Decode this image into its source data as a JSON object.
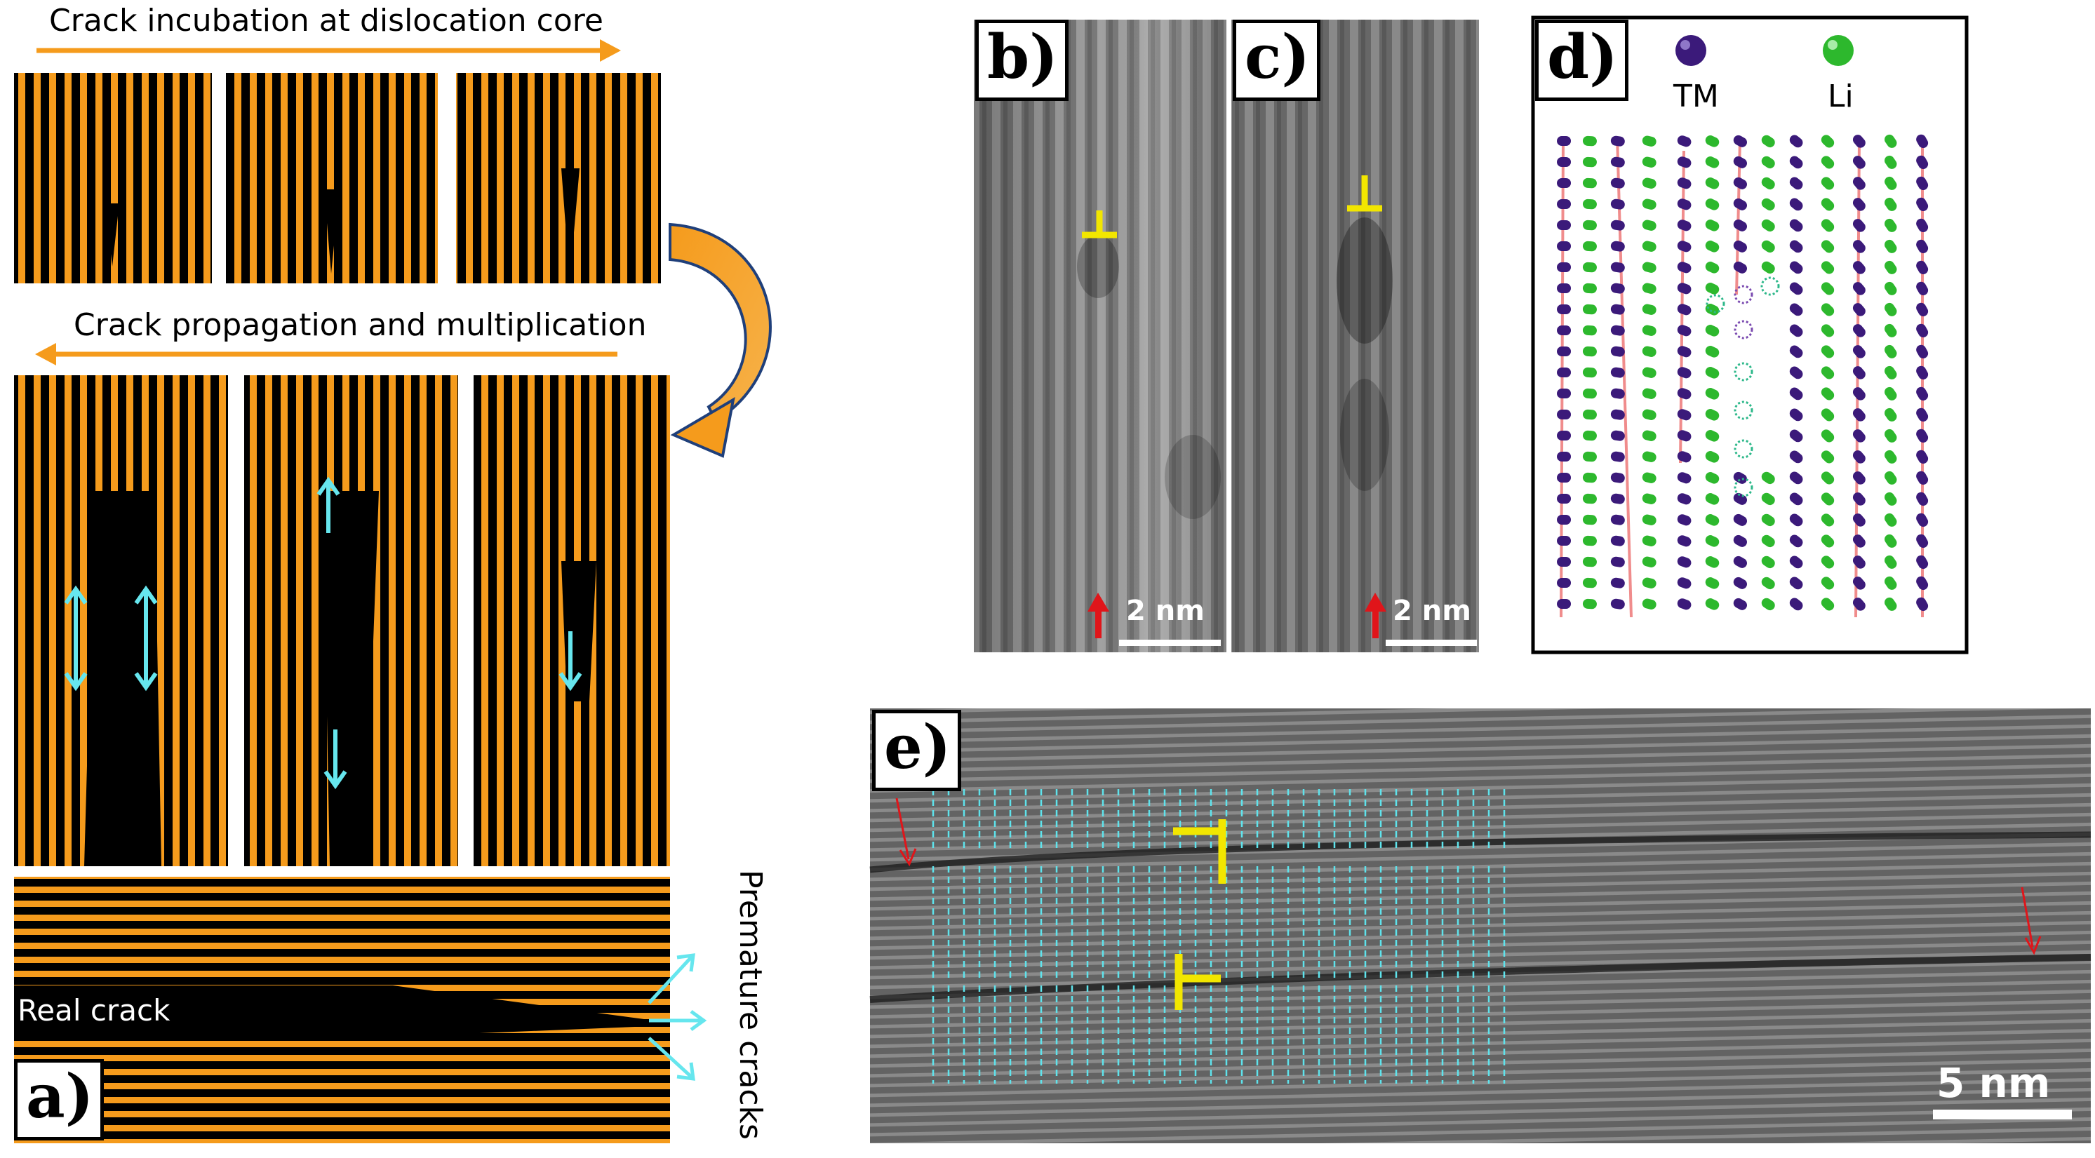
{
  "panel_a": {
    "label": "a)",
    "incubation_caption": "Crack incubation at dislocation core",
    "propagation_caption": "Crack propagation and multiplication",
    "real_crack_label": "Real crack",
    "premature_cracks_label": "Premature cracks"
  },
  "panel_b": {
    "label": "b)",
    "scale_text": "2 nm"
  },
  "panel_c": {
    "label": "c)",
    "scale_text": "2 nm"
  },
  "panel_d": {
    "label": "d)",
    "legend_tm": "TM",
    "legend_li": "Li"
  },
  "panel_e": {
    "label": "e)",
    "scale_text": "5 nm"
  },
  "colors": {
    "stripe_orange": "#f59b1c",
    "arrow_cyan": "#66e6ee",
    "dislocation_yellow": "#f2e600",
    "red_arrow": "#e0151a",
    "tm_purple": "#3b1a7a",
    "li_green": "#2db82d",
    "lattice_cyan": "#5fe3ec"
  }
}
